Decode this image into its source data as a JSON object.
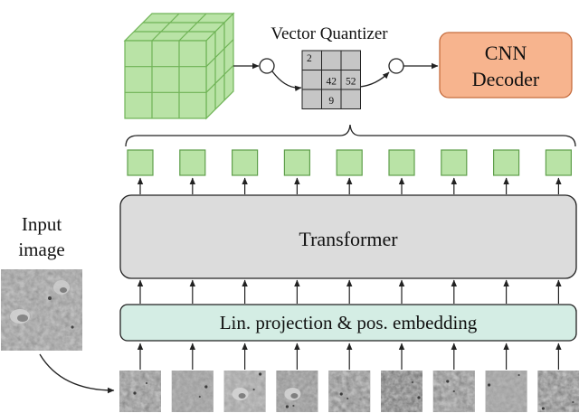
{
  "labels": {
    "vector_quantizer": "Vector Quantizer",
    "cnn_decoder_line1": "CNN",
    "cnn_decoder_line2": "Decoder",
    "transformer": "Transformer",
    "projection": "Lin. projection & pos. embedding",
    "input_line1": "Input",
    "input_line2": "image"
  },
  "codebook_grid": [
    "2",
    "",
    "",
    "",
    "42",
    "52",
    "",
    "9",
    ""
  ],
  "token_count": 9,
  "colors": {
    "cube_fill": "#b9e3a6",
    "cube_stroke": "#6fb356",
    "token_fill": "#b9e3a6",
    "token_stroke": "#5f9f4b",
    "decoder_fill": "#f7b48e",
    "decoder_stroke": "#c66d3f",
    "transformer_fill": "#dcdcdc",
    "projection_fill": "#d4ede4",
    "codebook_fill": "#c6c6c6",
    "stroke": "#222222"
  }
}
